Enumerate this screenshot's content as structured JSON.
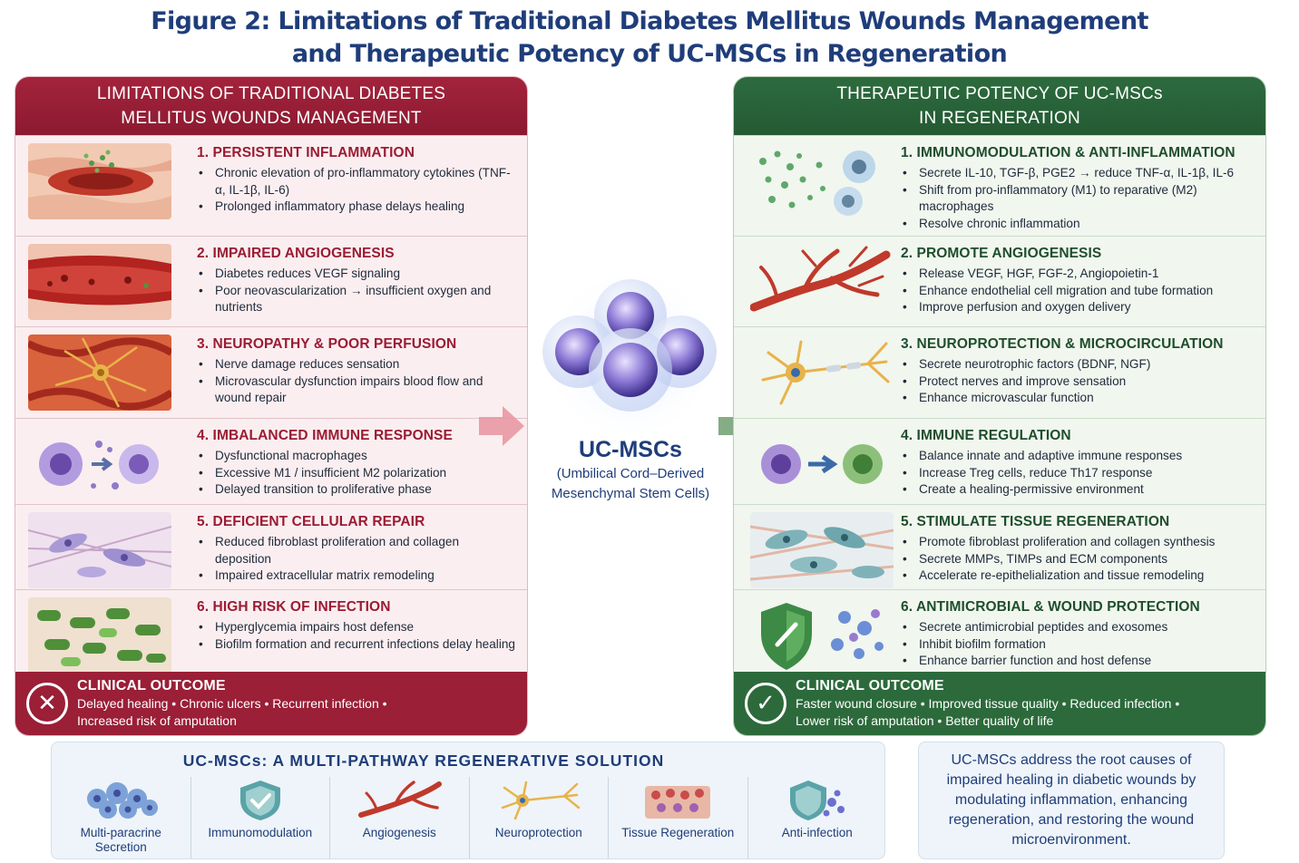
{
  "figure_title": {
    "line1": "Figure 2: Limitations of Traditional Diabetes Mellitus Wounds Management",
    "line2": "and Therapeutic Potency of UC-MSCs in Regeneration"
  },
  "left_panel": {
    "heading_line1": "LIMITATIONS OF TRADITIONAL DIABETES",
    "heading_line2": "MELLITUS WOUNDS MANAGEMENT",
    "items": [
      {
        "title": "1. PERSISTENT INFLAMMATION",
        "bullets": [
          "Chronic elevation of pro-inflammatory cytokines (TNF-α, IL-1β, IL-6)",
          "Prolonged inflammatory phase delays healing"
        ]
      },
      {
        "title": "2. IMPAIRED ANGIOGENESIS",
        "bullets": [
          "Diabetes reduces VEGF signaling",
          "Poor neovascularization → insufficient oxygen and nutrients"
        ]
      },
      {
        "title": "3. NEUROPATHY & POOR PERFUSION",
        "bullets": [
          "Nerve damage reduces sensation",
          "Microvascular dysfunction impairs blood flow and wound repair"
        ]
      },
      {
        "title": "4. IMBALANCED IMMUNE RESPONSE",
        "bullets": [
          "Dysfunctional macrophages",
          "Excessive M1 / insufficient M2 polarization",
          "Delayed transition to proliferative phase"
        ]
      },
      {
        "title": "5. DEFICIENT CELLULAR REPAIR",
        "bullets": [
          "Reduced fibroblast proliferation and collagen deposition",
          "Impaired extracellular matrix remodeling"
        ]
      },
      {
        "title": "6. HIGH RISK OF INFECTION",
        "bullets": [
          "Hyperglycemia impairs host defense",
          "Biofilm formation and recurrent infections delay healing"
        ]
      }
    ],
    "outcome": {
      "heading": "CLINICAL OUTCOME",
      "line1": "Delayed healing • Chronic ulcers • Recurrent infection •",
      "line2": "Increased risk of amputation",
      "icon": "x-circle-icon"
    }
  },
  "right_panel": {
    "heading_line1": "THERAPEUTIC POTENCY OF UC-MSCs",
    "heading_line2": "IN REGENERATION",
    "items": [
      {
        "title": "1. IMMUNOMODULATION & ANTI-INFLAMMATION",
        "bullets": [
          "Secrete IL-10, TGF-β, PGE2 → reduce TNF-α, IL-1β, IL-6",
          "Shift from pro-inflammatory (M1) to reparative (M2) macrophages",
          "Resolve chronic inflammation"
        ]
      },
      {
        "title": "2. PROMOTE ANGIOGENESIS",
        "bullets": [
          "Release VEGF, HGF, FGF-2, Angiopoietin-1",
          "Enhance endothelial cell migration and tube formation",
          "Improve perfusion and oxygen delivery"
        ]
      },
      {
        "title": "3. NEUROPROTECTION & MICROCIRCULATION",
        "bullets": [
          "Secrete neurotrophic factors (BDNF, NGF)",
          "Protect nerves and improve sensation",
          "Enhance microvascular function"
        ]
      },
      {
        "title": "4. IMMUNE REGULATION",
        "bullets": [
          "Balance innate and adaptive immune responses",
          "Increase Treg cells, reduce Th17 response",
          "Create a healing-permissive environment"
        ]
      },
      {
        "title": "5. STIMULATE TISSUE REGENERATION",
        "bullets": [
          "Promote fibroblast proliferation and collagen synthesis",
          "Secrete MMPs, TIMPs and ECM components",
          "Accelerate re-epithelialization and tissue remodeling"
        ]
      },
      {
        "title": "6. ANTIMICROBIAL & WOUND PROTECTION",
        "bullets": [
          "Secrete antimicrobial peptides and exosomes",
          "Inhibit biofilm formation",
          "Enhance barrier function and host defense"
        ]
      }
    ],
    "outcome": {
      "heading": "CLINICAL OUTCOME",
      "line1": "Faster wound closure • Improved tissue quality • Reduced infection •",
      "line2": "Lower risk of amputation • Better quality of life",
      "icon": "check-circle-icon"
    }
  },
  "center": {
    "label": "UC-MSCs",
    "sub_line1": "(Umbilical Cord–Derived",
    "sub_line2": "Mesenchymal Stem Cells)"
  },
  "bottom": {
    "heading": "UC-MSCs: A MULTI-PATHWAY REGENERATIVE SOLUTION",
    "items": [
      {
        "label_line1": "Multi-paracrine",
        "label_line2": "Secretion",
        "icon": "cell-cluster-icon"
      },
      {
        "label_line1": "Immunomodulation",
        "label_line2": "",
        "icon": "shield-check-icon"
      },
      {
        "label_line1": "Angiogenesis",
        "label_line2": "",
        "icon": "blood-vessel-icon"
      },
      {
        "label_line1": "Neuroprotection",
        "label_line2": "",
        "icon": "neuron-icon"
      },
      {
        "label_line1": "Tissue Regeneration",
        "label_line2": "",
        "icon": "tissue-icon"
      },
      {
        "label_line1": "Anti-infection",
        "label_line2": "",
        "icon": "shield-bacteria-icon"
      }
    ],
    "summary": "UC-MSCs address the root causes of impaired healing in diabetic wounds by modulating inflammation, enhancing regeneration, and restoring the wound microenvironment."
  },
  "colors": {
    "title_blue": "#1f3d7a",
    "left_accent": "#9b1b33",
    "right_accent": "#2c6a3b",
    "arrow_left": "#e58f9c",
    "arrow_right": "#6f9e70"
  }
}
